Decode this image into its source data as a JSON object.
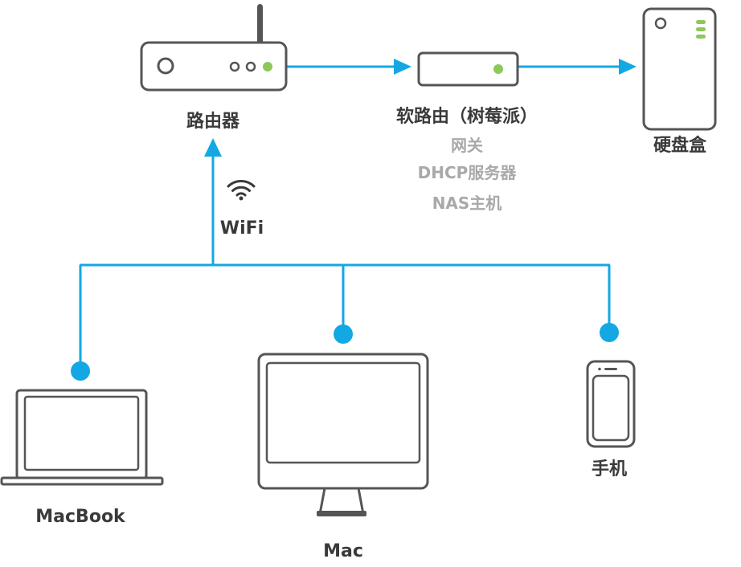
{
  "nodes": {
    "router": {
      "label": "路由器",
      "icon": "wifi-router-icon"
    },
    "soft_router": {
      "label": "软路由（树莓派）",
      "roles": [
        "网关",
        "DHCP服务器",
        "NAS主机"
      ],
      "icon": "raspberry-pi-box-icon"
    },
    "disk_enclosure": {
      "label": "硬盘盒",
      "icon": "hard-disk-enclosure-icon"
    },
    "macbook": {
      "label": "MacBook",
      "icon": "laptop-icon"
    },
    "mac": {
      "label": "Mac",
      "icon": "desktop-monitor-icon"
    },
    "phone": {
      "label": "手机",
      "icon": "phone-icon"
    }
  },
  "links": {
    "wifi": {
      "label": "WiFi",
      "icon": "wifi-icon"
    }
  },
  "colors": {
    "connector": "#13a8e3",
    "device_outline": "#555555",
    "led": "#8dc85a",
    "label": "#3a3a3a",
    "role_label": "#a9a9a9"
  }
}
